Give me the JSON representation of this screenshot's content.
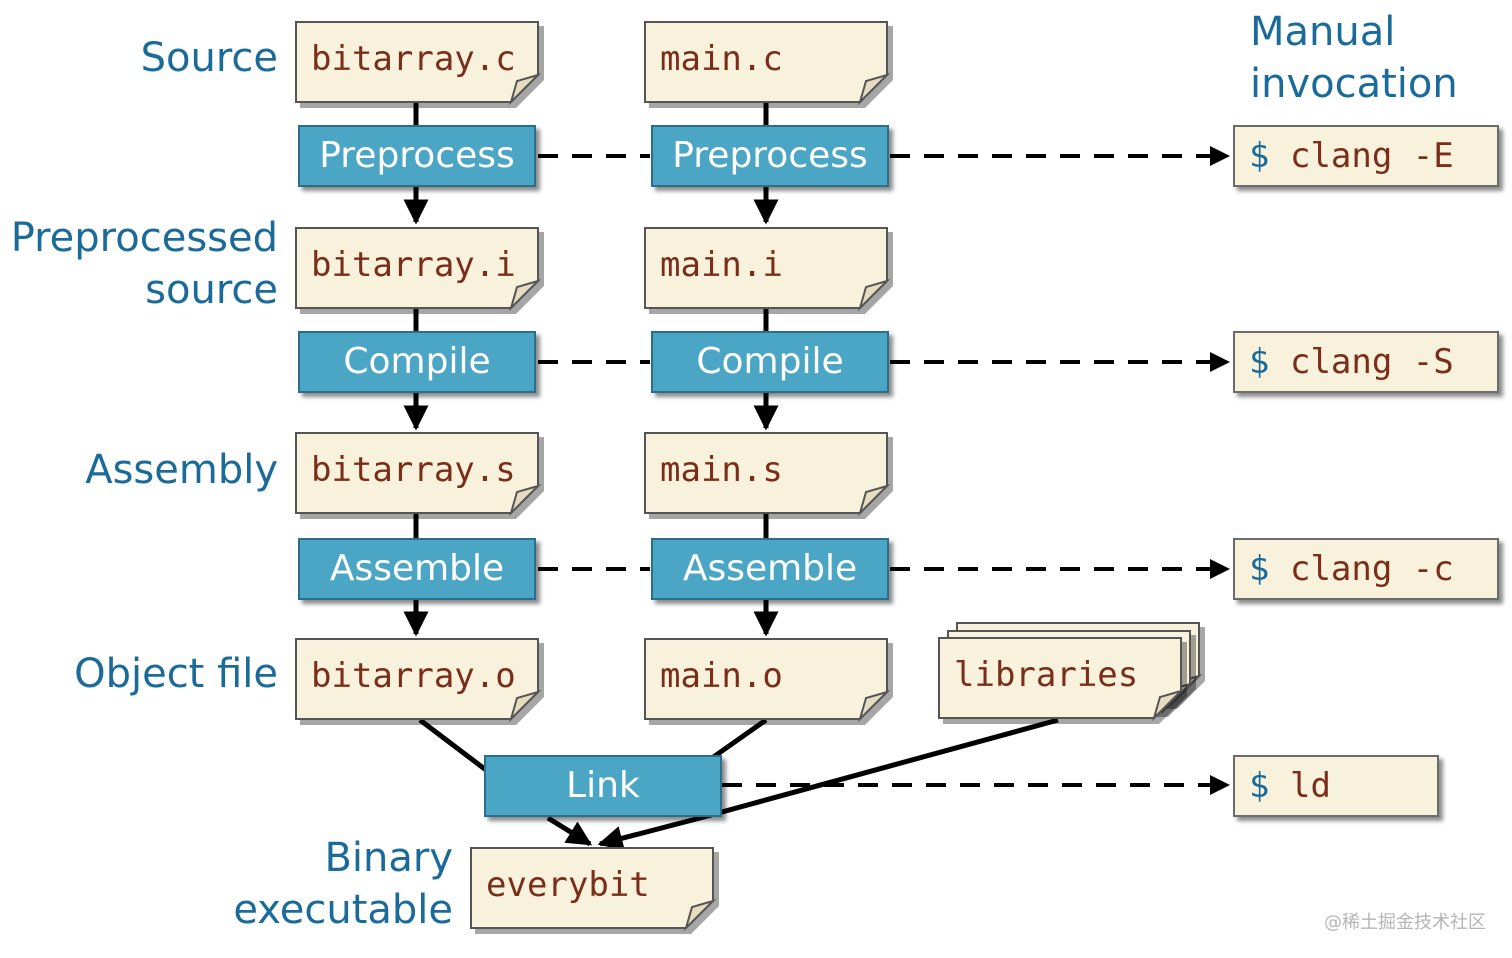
{
  "labels": {
    "source": "Source",
    "preprocessed_1": "Preprocessed",
    "preprocessed_2": "source",
    "assembly": "Assembly",
    "object_file": "Object file",
    "binary_1": "Binary",
    "binary_2": "executable",
    "manual_1": "Manual",
    "manual_2": "invocation"
  },
  "files": {
    "bitarray_c": "bitarray.c",
    "main_c": "main.c",
    "bitarray_i": "bitarray.i",
    "main_i": "main.i",
    "bitarray_s": "bitarray.s",
    "main_s": "main.s",
    "bitarray_o": "bitarray.o",
    "main_o": "main.o",
    "libraries": "libraries",
    "everybit": "everybit"
  },
  "steps": {
    "preprocess": "Preprocess",
    "compile": "Compile",
    "assemble": "Assemble",
    "link": "Link"
  },
  "commands": {
    "prompt": "$",
    "preprocess": "clang -E",
    "compile": "clang -S",
    "assemble": "clang -c",
    "link": "ld"
  },
  "watermark": "@稀土掘金技术社区",
  "colors": {
    "label_blue": "#1a6b9a",
    "process_fill": "#4aa6c4",
    "document_fill": "#f8f1dc",
    "file_text": "#7a2e1a"
  }
}
